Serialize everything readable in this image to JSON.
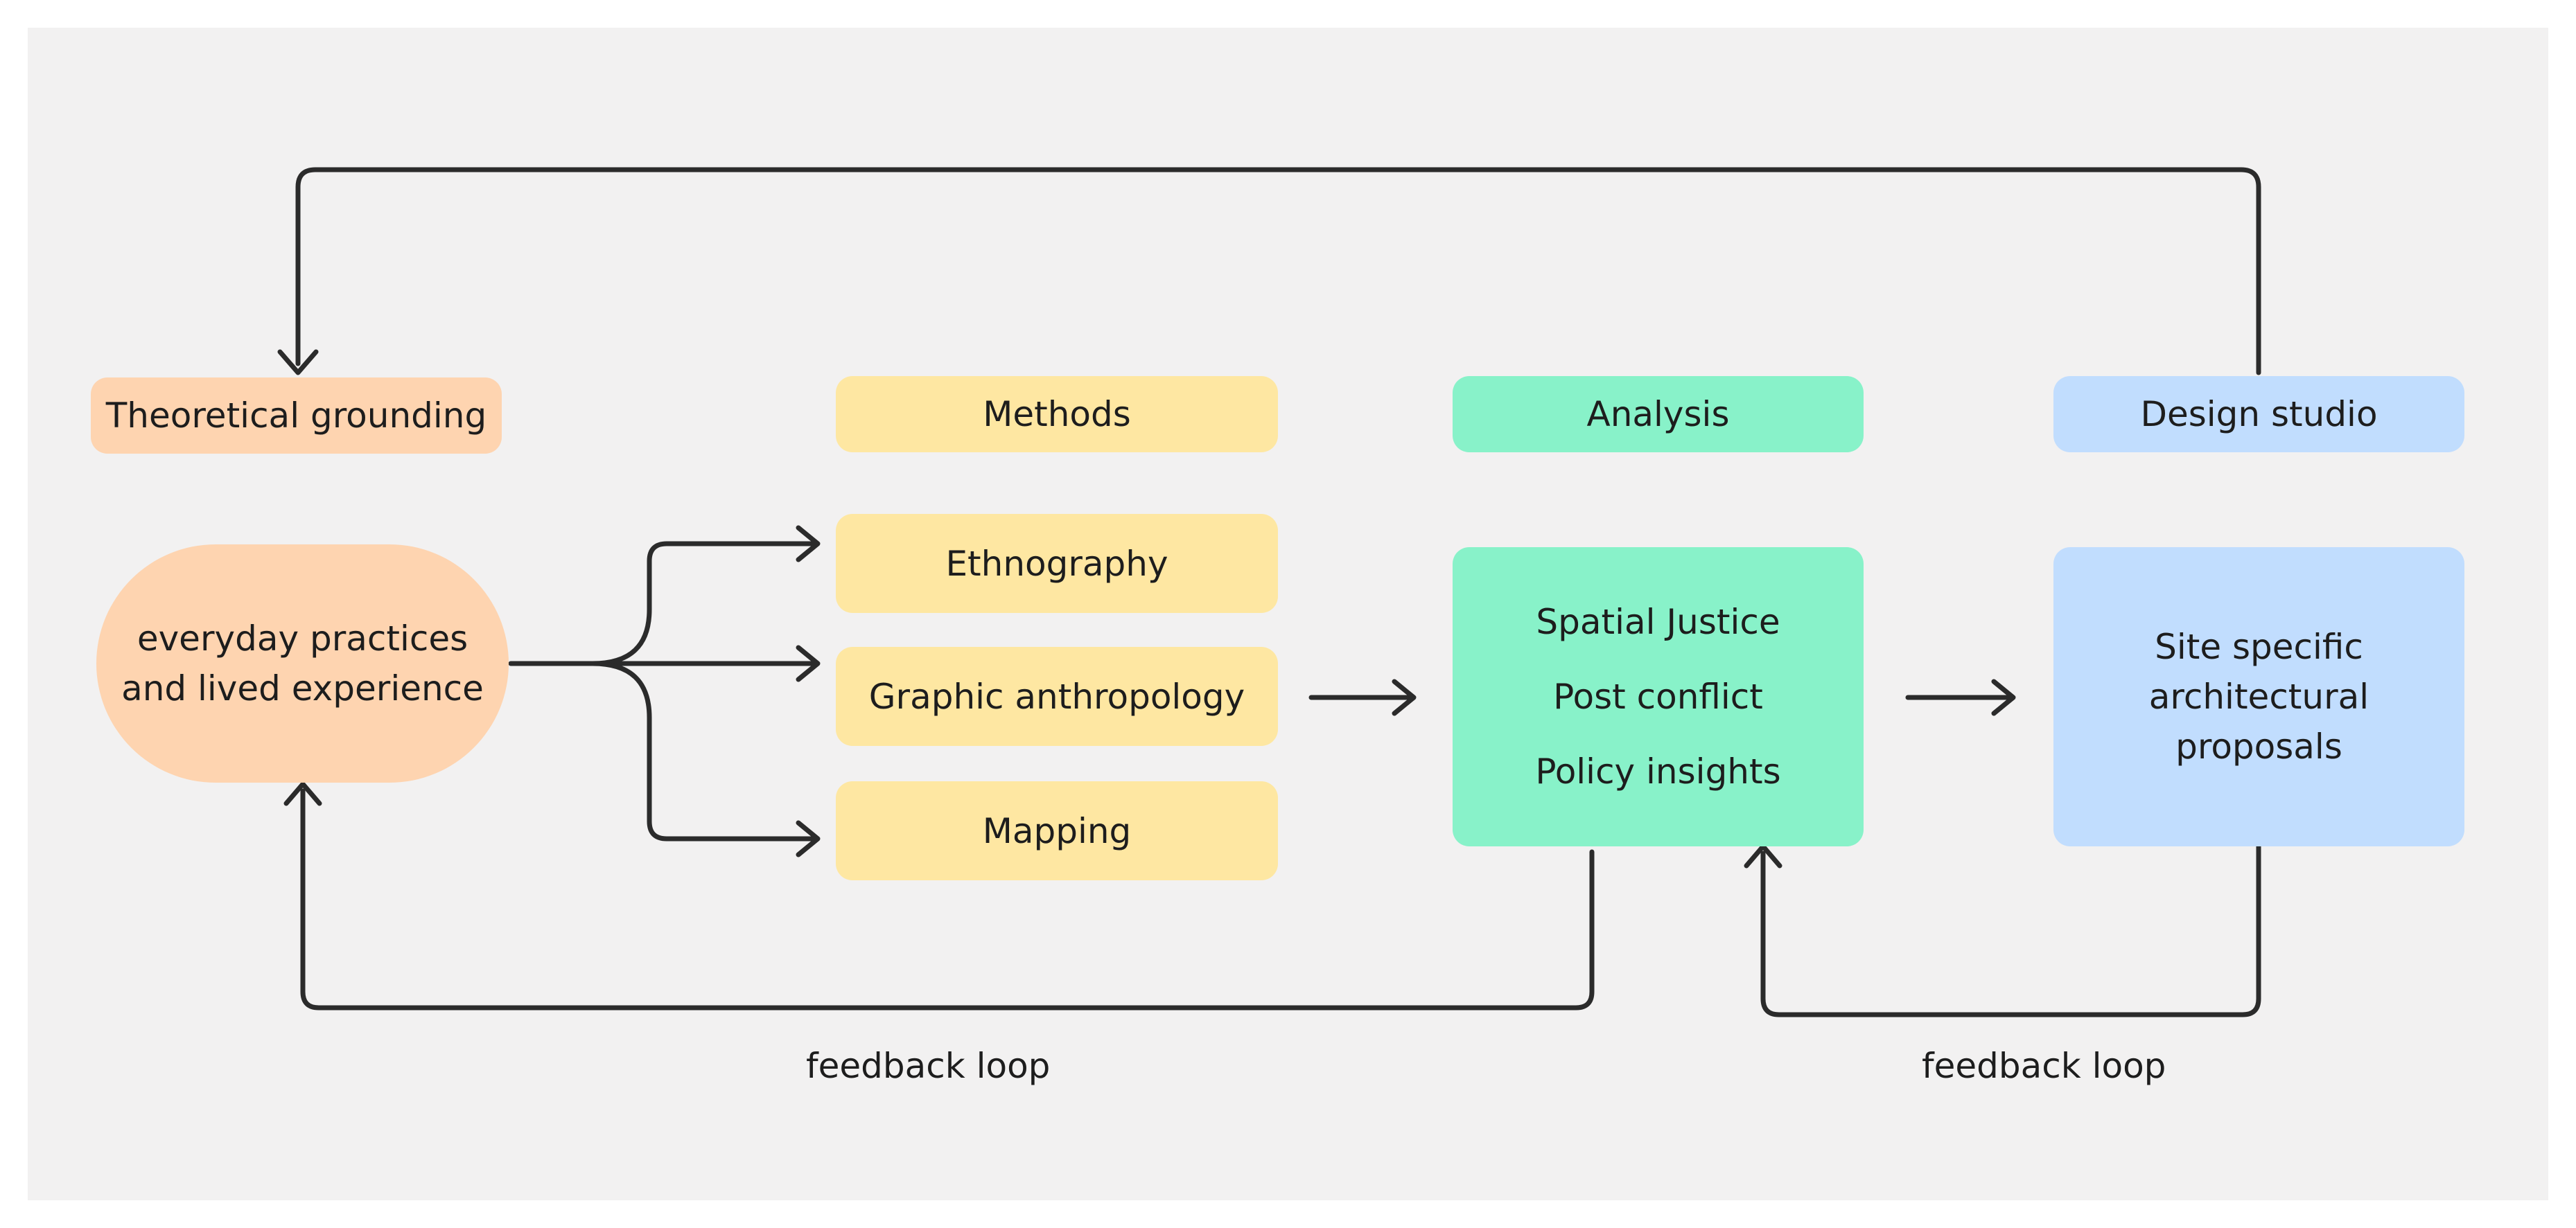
{
  "stages": {
    "theoretical_grounding": "Theoretical grounding",
    "methods": "Methods",
    "analysis": "Analysis",
    "design_studio": "Design studio"
  },
  "nodes": {
    "everyday": [
      "everyday practices",
      "and lived experience"
    ],
    "ethnography": "Ethnography",
    "graphic_anthropology": "Graphic anthropology",
    "mapping": "Mapping",
    "analysis_items": [
      "Spatial Justice",
      "Post conflict",
      "Policy insights"
    ],
    "proposals": [
      "Site specific",
      "architectural",
      "proposals"
    ]
  },
  "labels": {
    "feedback_left": "feedback loop",
    "feedback_right": "feedback loop"
  },
  "colors": {
    "peach": "#fed4b0",
    "yellow": "#fee7a2",
    "green": "#88f2c9",
    "blue": "#c1ddfe",
    "line": "#2b2b2b",
    "canvas": "#f2f1f1"
  }
}
